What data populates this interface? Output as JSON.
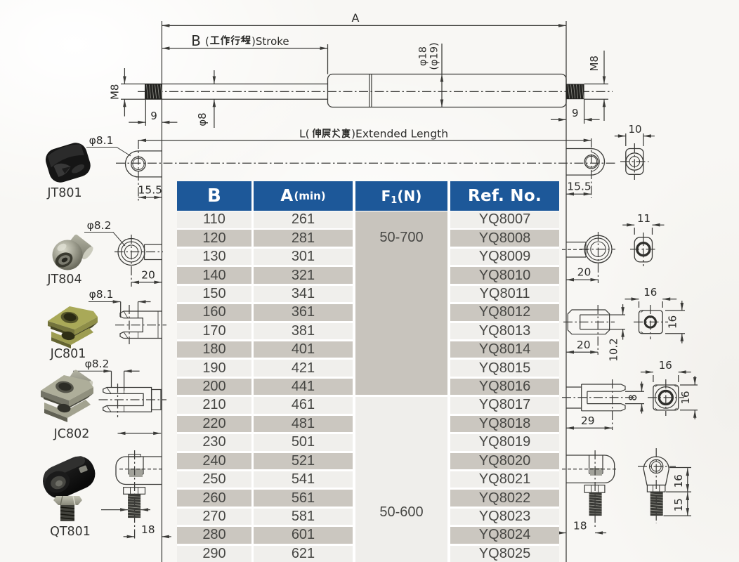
{
  "document": {
    "type": "gas spring specification sheet"
  },
  "drawing": {
    "dim_a": "A",
    "stroke_dim": {
      "letter": "B",
      "open": "(",
      "cjk": "工作行程",
      "close": ")Stroke"
    },
    "extended_dim": {
      "prefix": "L(",
      "cjk": "伸展长度",
      "close": ")Extended Length"
    },
    "thread_left": "M8",
    "thread_right": "M8",
    "thread_len_left": "9",
    "thread_len_right": "9",
    "rod_dia": "φ8",
    "tube_dia": "φ18",
    "tube_dia_alt": "(φ19)",
    "eyelet_front_width": "15.5",
    "eyelet_side_width": "15.5",
    "eyelet_side_thickness": "10"
  },
  "fittings": [
    {
      "name": "JT801",
      "hole_dia": "φ8.1"
    },
    {
      "name": "JT804",
      "hole_dia": "φ8.2",
      "front_width": "20",
      "side_width": "20",
      "side_thickness": "11"
    },
    {
      "name": "JC801",
      "hole_dia": "φ8.1",
      "side_center": "20",
      "slot_width": "10.2",
      "nut_width": "16",
      "nut_height": "16"
    },
    {
      "name": "JC802",
      "hole_dia": "φ8.2",
      "side_center": "29",
      "slot_width": "8",
      "nut_width": "16",
      "nut_height": "16"
    },
    {
      "name": "QT801",
      "front_width": "18",
      "side_width": "18",
      "eye_height": "16",
      "stud_length": "15"
    }
  ],
  "table": {
    "headers": {
      "b": "B",
      "a_main": "A",
      "a_sub": "(min)",
      "f_main": "F",
      "f_sub": "1",
      "f_rest": "(N)",
      "ref": "Ref. No."
    },
    "f1_groups": [
      {
        "force": "50-700"
      },
      {
        "force": "50-600"
      }
    ],
    "rows": [
      {
        "b": "110",
        "a": "261",
        "ref": "YQ8007"
      },
      {
        "b": "120",
        "a": "281",
        "ref": "YQ8008"
      },
      {
        "b": "130",
        "a": "301",
        "ref": "YQ8009"
      },
      {
        "b": "140",
        "a": "321",
        "ref": "YQ8010"
      },
      {
        "b": "150",
        "a": "341",
        "ref": "YQ8011"
      },
      {
        "b": "160",
        "a": "361",
        "ref": "YQ8012"
      },
      {
        "b": "170",
        "a": "381",
        "ref": "YQ8013"
      },
      {
        "b": "180",
        "a": "401",
        "ref": "YQ8014"
      },
      {
        "b": "190",
        "a": "421",
        "ref": "YQ8015"
      },
      {
        "b": "200",
        "a": "441",
        "ref": "YQ8016"
      },
      {
        "b": "210",
        "a": "461",
        "ref": "YQ8017"
      },
      {
        "b": "220",
        "a": "481",
        "ref": "YQ8018"
      },
      {
        "b": "230",
        "a": "501",
        "ref": "YQ8019"
      },
      {
        "b": "240",
        "a": "521",
        "ref": "YQ8020"
      },
      {
        "b": "250",
        "a": "541",
        "ref": "YQ8021"
      },
      {
        "b": "260",
        "a": "561",
        "ref": "YQ8022"
      },
      {
        "b": "270",
        "a": "581",
        "ref": "YQ8023"
      },
      {
        "b": "280",
        "a": "601",
        "ref": "YQ8024"
      },
      {
        "b": "290",
        "a": "621",
        "ref": "YQ8025"
      }
    ]
  },
  "colors": {
    "header_blue": "#1d5899",
    "row_light": "#f0efec",
    "row_dark": "#cbc7c0",
    "f1_block_dark": "#c8c4bd",
    "f1_block_light": "#efeeeb",
    "line": "#3b3b38"
  }
}
